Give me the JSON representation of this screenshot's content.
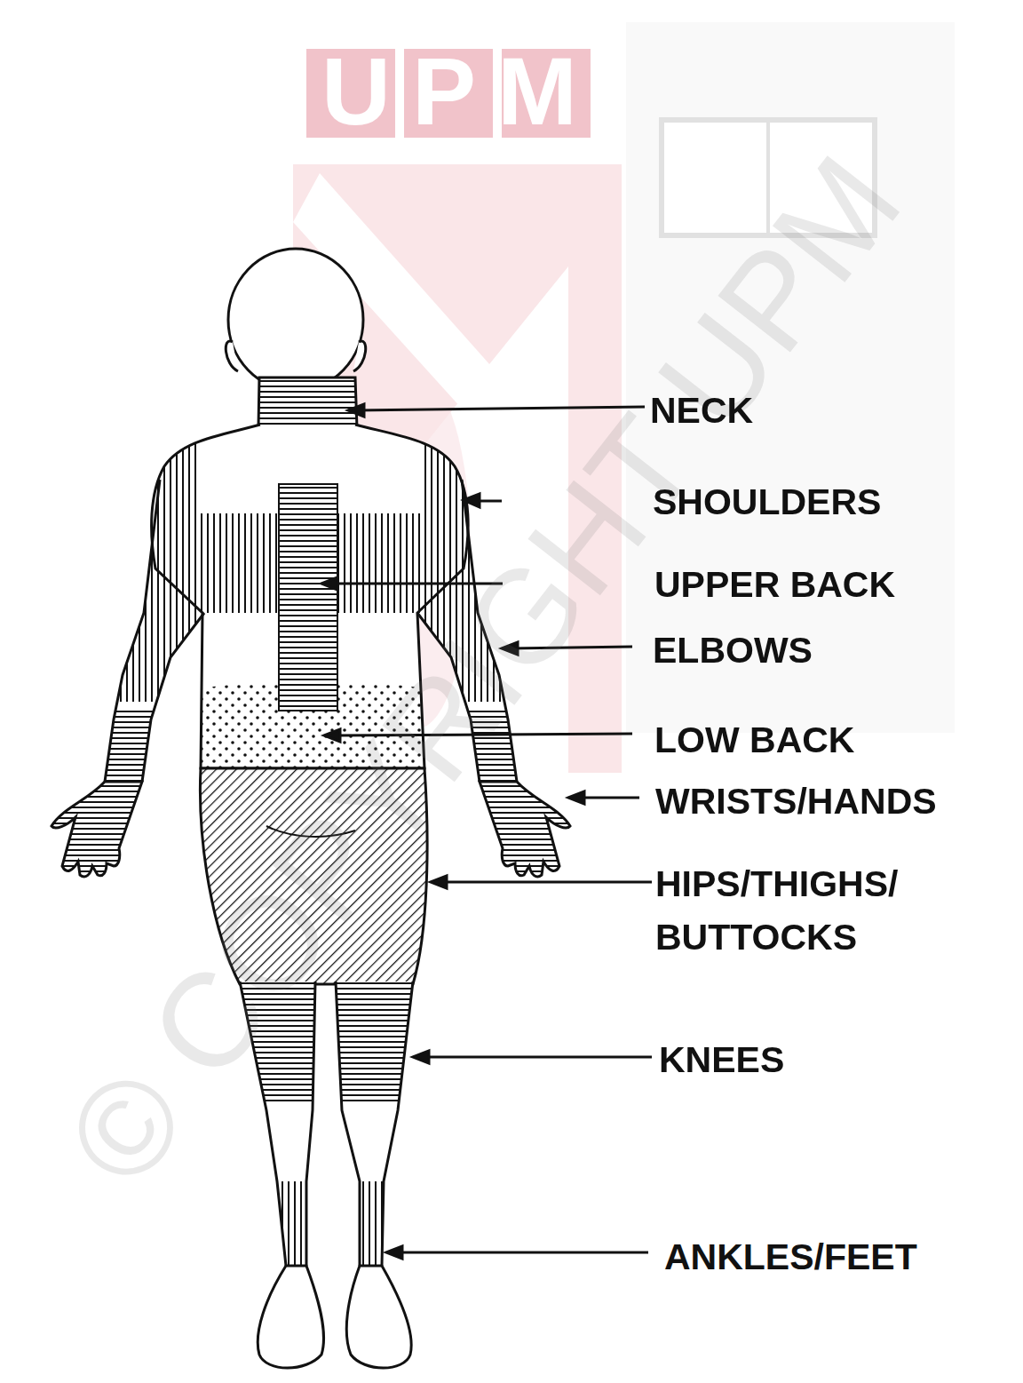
{
  "diagram": {
    "labels": [
      "UPM",
      "© COPYRIGHT UPM",
      "NECK",
      "SHOULDERS",
      "UPPER BACK",
      "ELBOWS",
      "LOW BACK",
      "WRISTS/HANDS",
      "HIPS/THIGHS/ BUTTOCKS",
      "KNEES",
      "ANKLES/FEET"
    ]
  }
}
